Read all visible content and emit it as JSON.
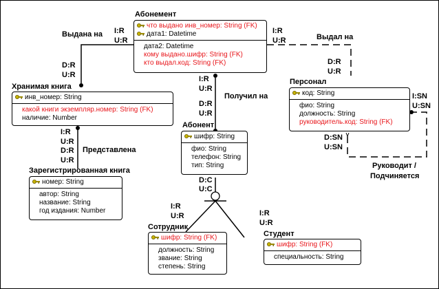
{
  "colors": {
    "fk": "#e8161b",
    "key_icon": "#c8b400",
    "line": "#000000"
  },
  "entities": {
    "abonement": {
      "title": "Абонемент",
      "keys": [
        {
          "text": "что выдано инв_номер: String (FK)",
          "fk": true
        },
        {
          "text": "дата1: Datetime",
          "fk": false
        }
      ],
      "attrs": [
        {
          "text": "дата2: Datetime",
          "fk": false
        },
        {
          "text": "кому выдано.шифр: String (FK)",
          "fk": true
        },
        {
          "text": "кто выдал.код: String (FK)",
          "fk": true
        }
      ]
    },
    "hranimaya": {
      "title": "Хранимая книга",
      "keys": [
        {
          "text": "инв_номер: String",
          "fk": false
        }
      ],
      "attrs": [
        {
          "text": "какой книги экземпляр.номер: String (FK)",
          "fk": true
        },
        {
          "text": "наличие: Number",
          "fk": false
        }
      ]
    },
    "personal": {
      "title": "Персонал",
      "keys": [
        {
          "text": "код: String",
          "fk": false
        }
      ],
      "attrs": [
        {
          "text": "фио: String",
          "fk": false
        },
        {
          "text": "должность: String",
          "fk": false
        },
        {
          "text": "руководитель.код: String (FK)",
          "fk": true
        }
      ]
    },
    "abonent": {
      "title": "Абонент",
      "keys": [
        {
          "text": "шифр: String",
          "fk": false
        }
      ],
      "attrs": [
        {
          "text": "фио: String",
          "fk": false
        },
        {
          "text": "телефон: String",
          "fk": false
        },
        {
          "text": "тип: String",
          "fk": false
        }
      ]
    },
    "zareg": {
      "title": "Зарегистрированная книга",
      "keys": [
        {
          "text": "номер: String",
          "fk": false
        }
      ],
      "attrs": [
        {
          "text": "автор: String",
          "fk": false
        },
        {
          "text": "название: String",
          "fk": false
        },
        {
          "text": "год издания: Number",
          "fk": false
        }
      ]
    },
    "sotrudnik": {
      "title": "Сотрудник",
      "keys": [
        {
          "text": "шифр: String (FK)",
          "fk": true
        }
      ],
      "attrs": [
        {
          "text": "должность: String",
          "fk": false
        },
        {
          "text": "звание: String",
          "fk": false
        },
        {
          "text": "степень: String",
          "fk": false
        }
      ]
    },
    "student": {
      "title": "Студент",
      "keys": [
        {
          "text": "шифр: String (FK)",
          "fk": true
        }
      ],
      "attrs": [
        {
          "text": "специальность: String",
          "fk": false
        }
      ]
    }
  },
  "relationships": {
    "vydana_na": "Выдана на",
    "vydal_na": "Выдал на",
    "poluchil_na": "Получил на",
    "predstavlena": "Представлена",
    "rukovodit": "Руководит /",
    "podchinyaetsya": "Подчиняется"
  },
  "constraints": {
    "ir": "I:R",
    "ur": "U:R",
    "dr": "D:R",
    "isn": "I:SN",
    "usn": "U:SN",
    "dsn": "D:SN",
    "dc": "D:C",
    "uc": "U:C"
  }
}
